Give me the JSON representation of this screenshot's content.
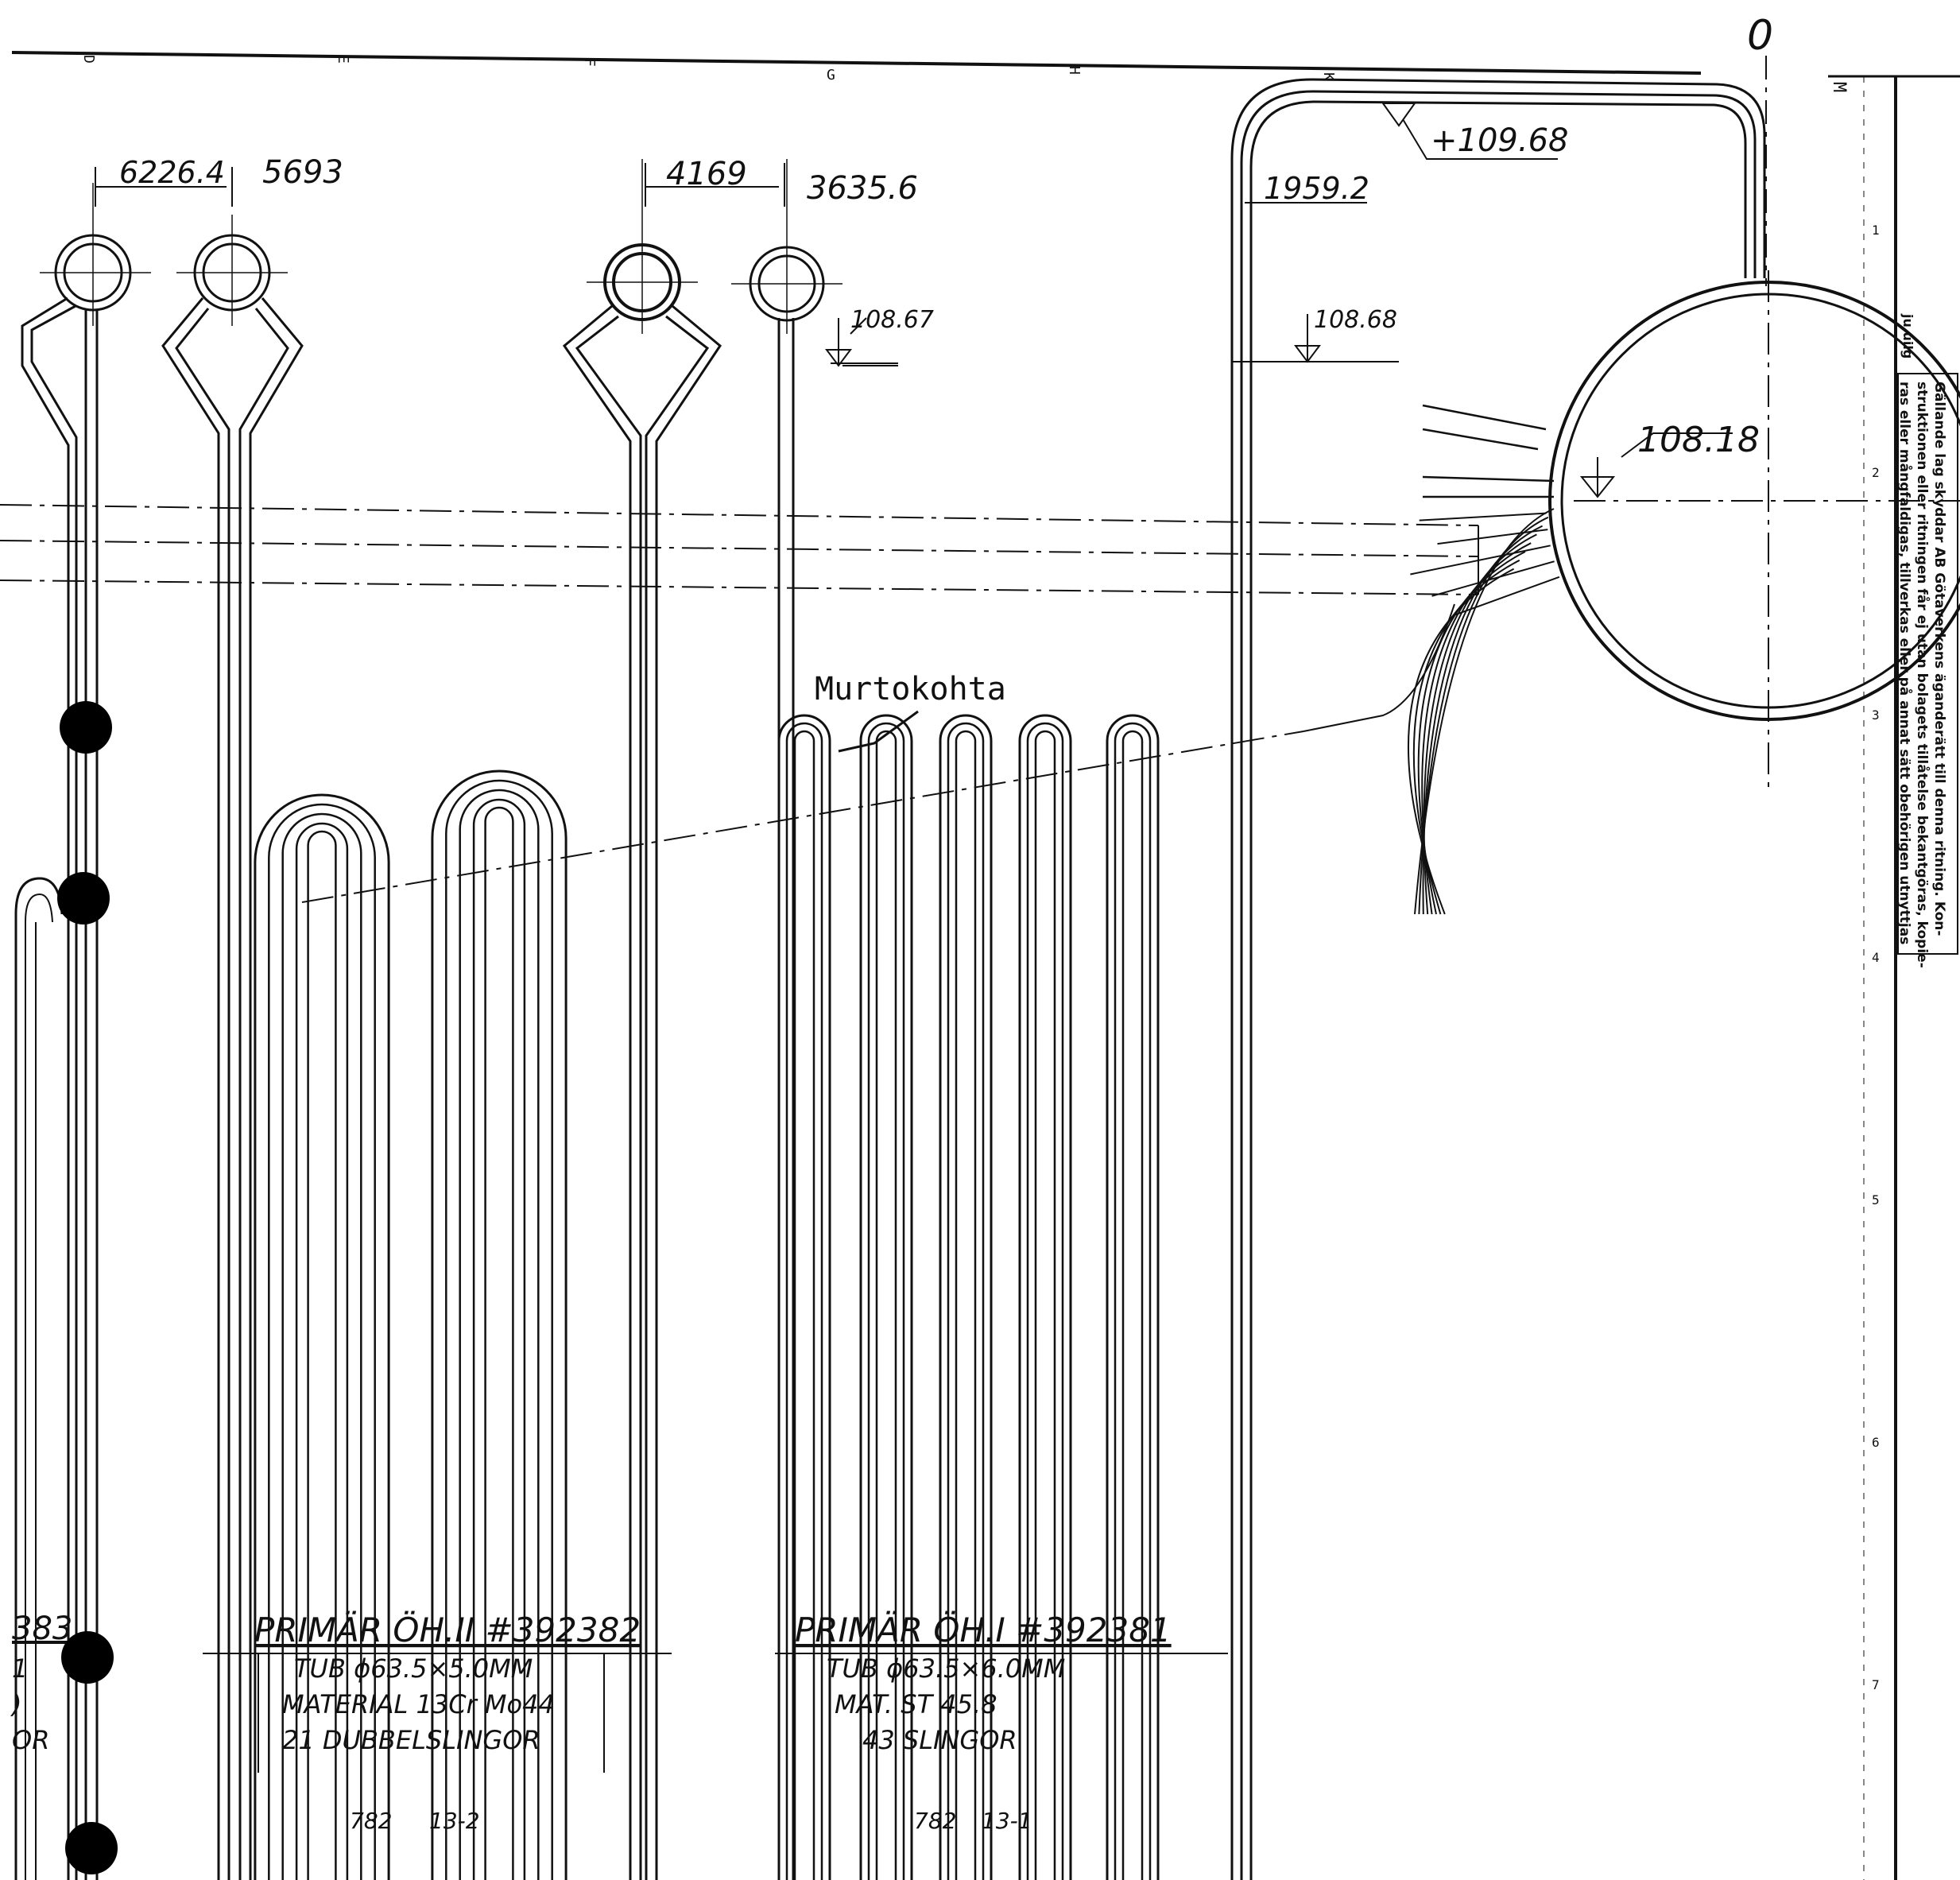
{
  "dimensions": {
    "d1": "6226.4",
    "d2": "5693",
    "d3": "4169",
    "d4": "3635.6",
    "d5": "1959.2"
  },
  "elevations": {
    "e1": "+109.68",
    "e2": "108.67",
    "e3": "108.68",
    "e4": "108.18"
  },
  "top_mark": "0",
  "grid_letters": [
    "D",
    "E",
    "F",
    "G",
    "H",
    "K",
    "M"
  ],
  "fracture_label": "Murtokohta",
  "superheater_2": {
    "title": "PRIMÄR ÖH.II #392382",
    "tube": "TUB ϕ63.5×5.0MM",
    "material": "MATERIAL 13Cr Mo44",
    "loops": "21 DUBBELSLINGOR",
    "ref_a": "782",
    "ref_b": "13-2"
  },
  "superheater_1": {
    "title": "PRIMÄR ÖH.I #392381",
    "tube": "TUB ϕ63.5×6.0MM",
    "material": "MAT. ST 45.8",
    "loops": "43 SLINGOR",
    "ref_a": "782",
    "ref_b": "13-1"
  },
  "left_fragment": [
    "383",
    "1",
    ")",
    "OR"
  ],
  "copyright_notice": [
    "Gällande lag skyddar AB Götaverkens äganderätt till denna ritning. Kon-",
    "struktionen eller ritningen får ej utan bolagets tillåtelse bekantgöras, kopie-",
    "ras eller mångfaldigas, tillverkas eller på annat sätt obehörigen utnyttjas"
  ],
  "notice_side_label": "ju uilg",
  "margin_ticks": [
    "1",
    "2",
    "3",
    "4",
    "5",
    "6",
    "7"
  ]
}
